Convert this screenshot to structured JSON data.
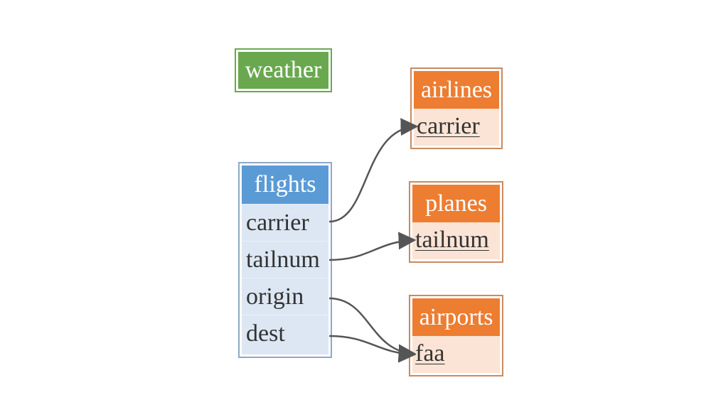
{
  "tables": {
    "weather": {
      "title": "weather"
    },
    "flights": {
      "title": "flights",
      "columns": [
        "carrier",
        "tailnum",
        "origin",
        "dest"
      ]
    },
    "airlines": {
      "title": "airlines",
      "keys": [
        "carrier"
      ]
    },
    "planes": {
      "title": "planes",
      "keys": [
        "tailnum"
      ]
    },
    "airports": {
      "title": "airports",
      "keys": [
        "faa"
      ]
    }
  },
  "relations": [
    {
      "from_table": "flights",
      "from_column": "carrier",
      "to_table": "airlines",
      "to_column": "carrier"
    },
    {
      "from_table": "flights",
      "from_column": "tailnum",
      "to_table": "planes",
      "to_column": "tailnum"
    },
    {
      "from_table": "flights",
      "from_column": "origin",
      "to_table": "airports",
      "to_column": "faa"
    },
    {
      "from_table": "flights",
      "from_column": "dest",
      "to_table": "airports",
      "to_column": "faa"
    }
  ],
  "colors": {
    "weather_header": "#6aa84f",
    "flights_header": "#5b9bd5",
    "flights_body": "#dce7f3",
    "lookup_header": "#ed7d31",
    "lookup_body": "#fbe4d5",
    "edge": "#555555"
  }
}
